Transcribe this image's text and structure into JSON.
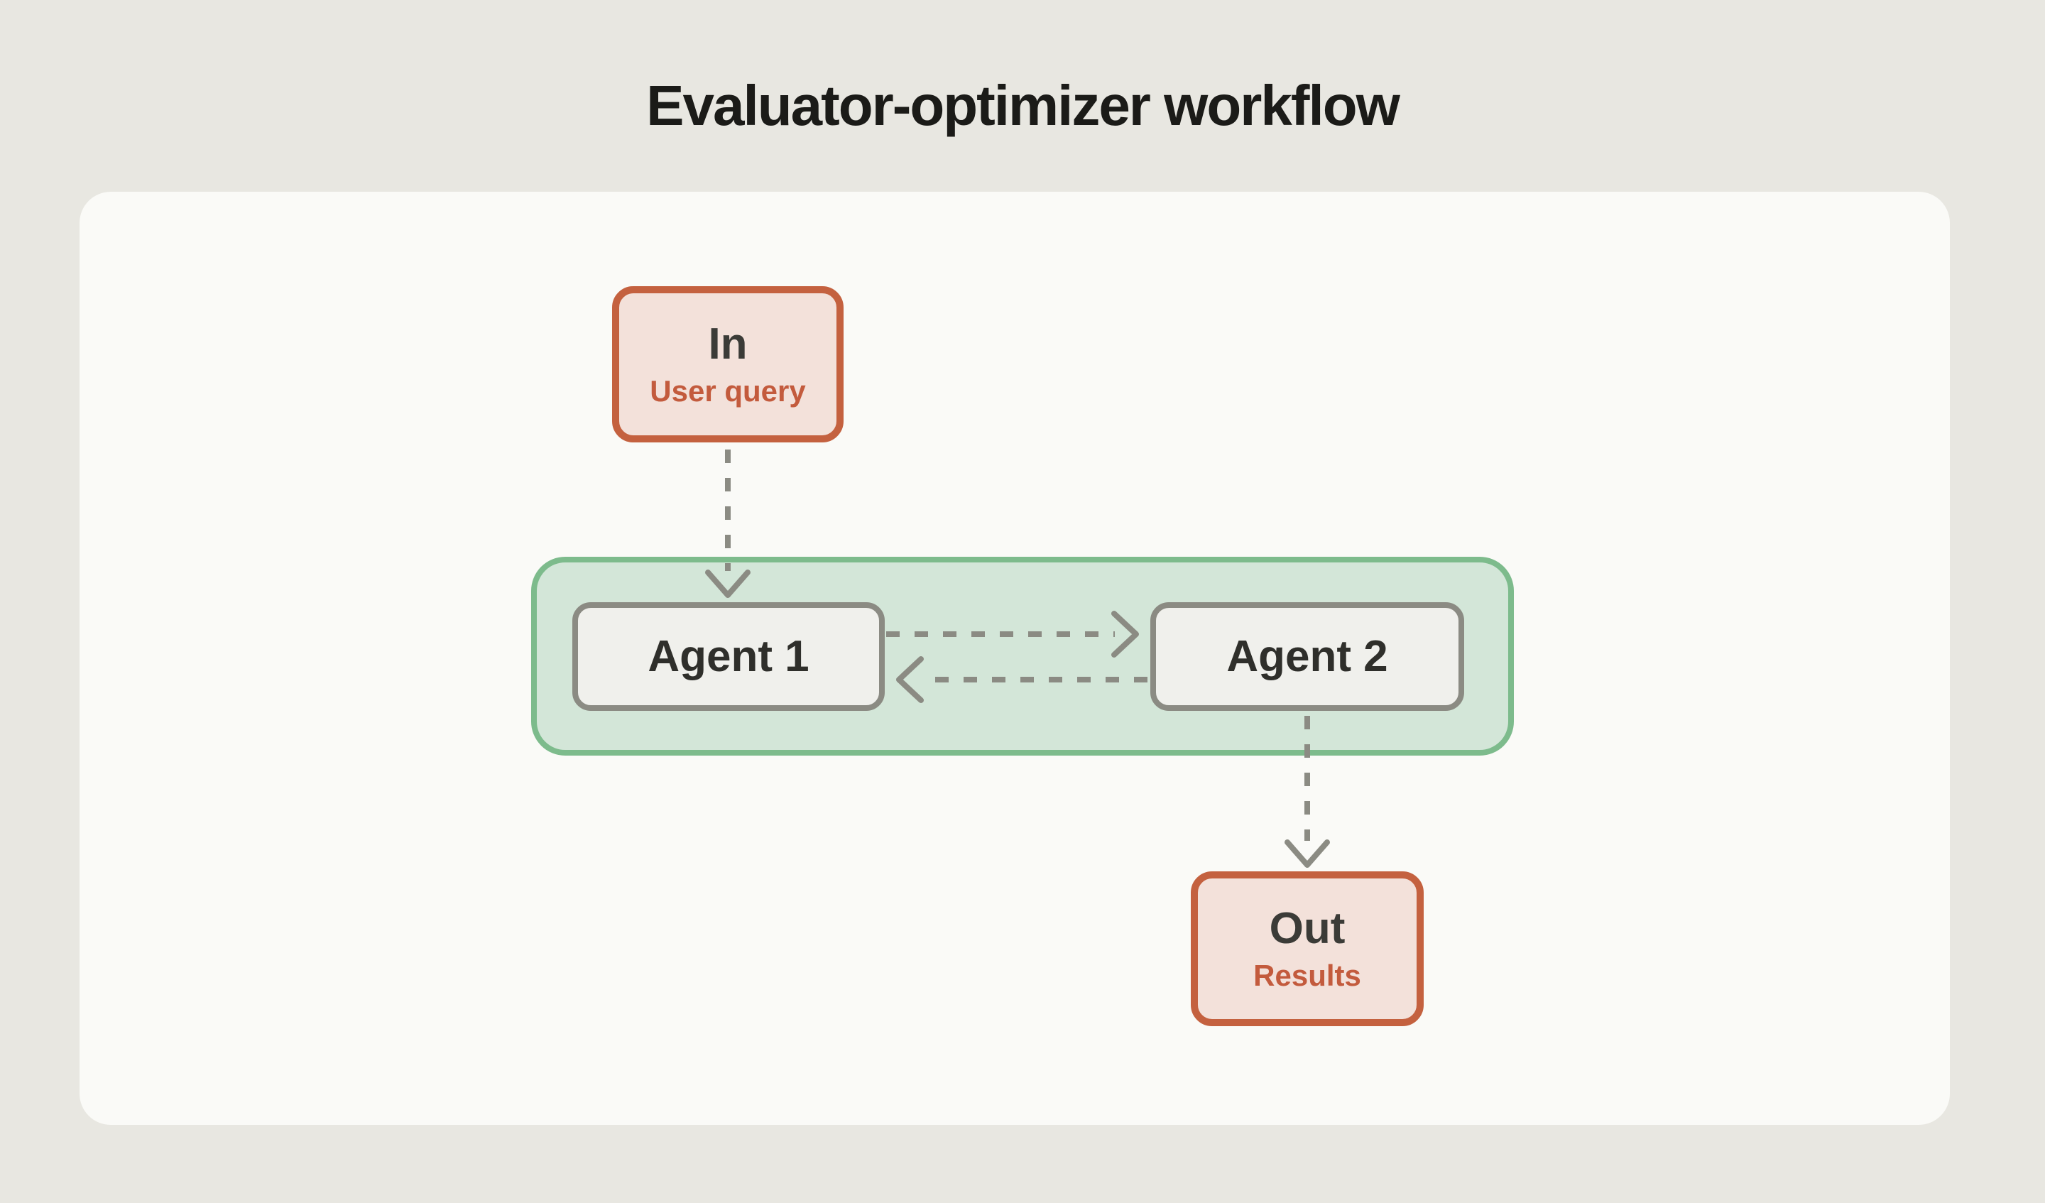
{
  "title": "Evaluator-optimizer workflow",
  "nodes": {
    "in": {
      "label": "In",
      "sublabel": "User query"
    },
    "agent1": {
      "label": "Agent 1"
    },
    "agent2": {
      "label": "Agent 2"
    },
    "out": {
      "label": "Out",
      "sublabel": "Results"
    }
  },
  "arrows": [
    {
      "name": "in-to-agents",
      "from": "in",
      "to": "agents-group",
      "direction": "down",
      "style": "dashed"
    },
    {
      "name": "agent1-to-agent2",
      "from": "agent1",
      "to": "agent2",
      "direction": "right",
      "style": "dashed"
    },
    {
      "name": "agent2-to-agent1",
      "from": "agent2",
      "to": "agent1",
      "direction": "left",
      "style": "dashed"
    },
    {
      "name": "agent2-to-out",
      "from": "agent2",
      "to": "out",
      "direction": "down",
      "style": "dashed"
    }
  ],
  "colors": {
    "page_background": "#e8e7e1",
    "card_background": "#fafaf7",
    "io_border": "#c4613f",
    "io_fill": "#f3e1da",
    "io_sublabel_text": "#c35b3d",
    "group_border": "#7dbb8c",
    "group_fill": "#d3e6d8",
    "agent_border": "#8b8b83",
    "agent_fill": "#f0f0ec",
    "arrow": "#8b8b83",
    "label_text": "#3b3b37",
    "title_text": "#1b1b18"
  }
}
